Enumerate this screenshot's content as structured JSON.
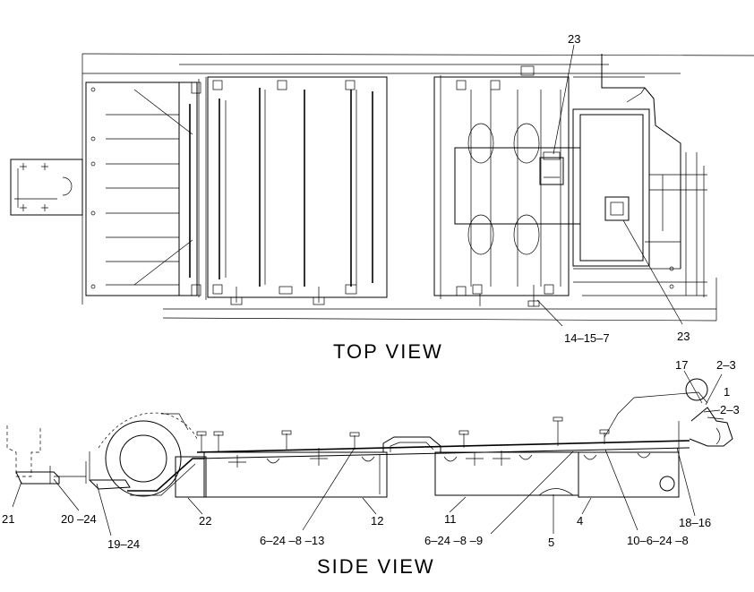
{
  "views": {
    "top": {
      "title": "TOP VIEW",
      "callouts": [
        "23",
        "14–15–7",
        "23"
      ]
    },
    "side": {
      "title": "SIDE VIEW",
      "callouts": [
        "17",
        "2–3",
        "1",
        "2–3",
        "21",
        "20 –24",
        "19–24",
        "22",
        "6–24 –8 –13",
        "12",
        "11",
        "6–24 –8 –9",
        "5",
        "4",
        "10–6–24 –8",
        "18–16"
      ]
    }
  }
}
